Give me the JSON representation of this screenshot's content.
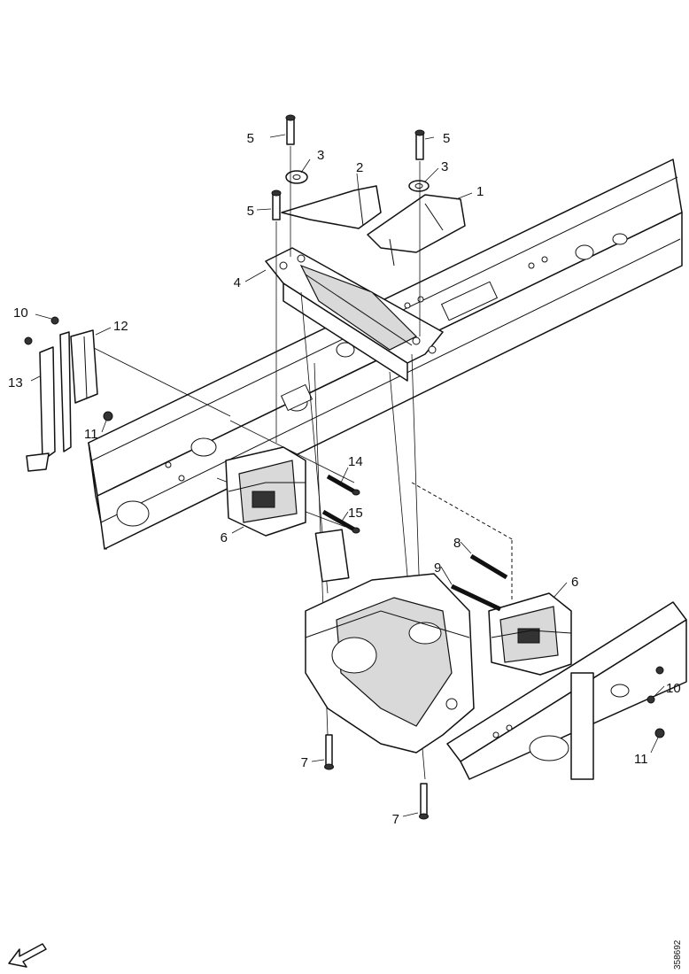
{
  "diagram": {
    "callouts": {
      "c1": "1",
      "c2": "2",
      "c3a": "3",
      "c3b": "3",
      "c4": "4",
      "c5a": "5",
      "c5b": "5",
      "c5c": "5",
      "c6a": "6",
      "c6b": "6",
      "c7a": "7",
      "c7b": "7",
      "c8": "8",
      "c9": "9",
      "c10a": "10",
      "c10b": "10",
      "c11a": "11",
      "c11b": "11",
      "c12": "12",
      "c13": "13",
      "c14": "14",
      "c15": "15"
    },
    "reference_number": "358692",
    "direction_arrow_icon": "front-direction-arrow-icon"
  }
}
